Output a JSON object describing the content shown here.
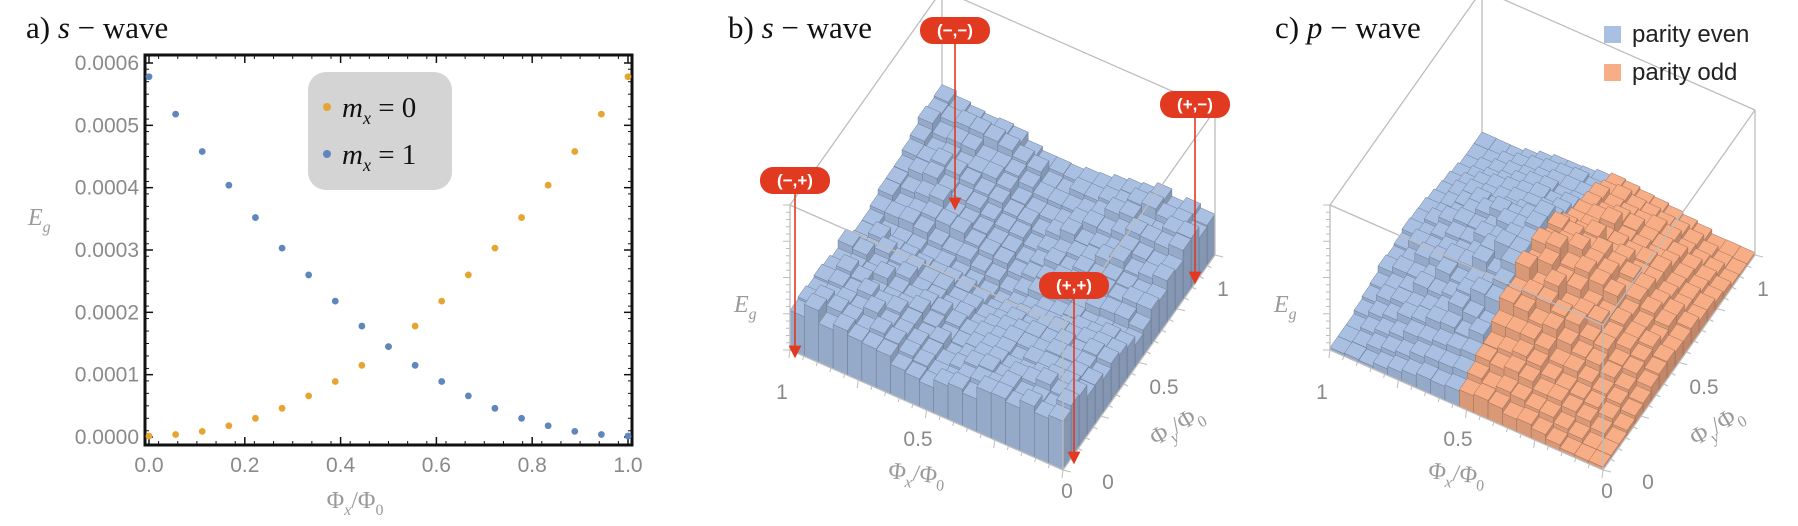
{
  "colors": {
    "m0": "#e5a530",
    "m1": "#5f86bd",
    "even": "#a9c0e3",
    "odd": "#f7ad86",
    "tag": "#e13a21",
    "axis": "#bdbdbd"
  },
  "panel_a": {
    "title_letter": "a)",
    "title_var": "s",
    "title_rest": "− wave",
    "ylabel": "E",
    "ylabel_sub": "g",
    "xlabel": "Φx/Φ0",
    "legend": [
      {
        "label_var": "m",
        "label_sub": "x",
        "label_val": " = 0"
      },
      {
        "label_var": "m",
        "label_sub": "x",
        "label_val": " = 1"
      }
    ]
  },
  "panel_b": {
    "title_letter": "b)",
    "title_var": "s",
    "title_rest": "− wave",
    "zlabel": "E",
    "zlabel_sub": "g",
    "tags": [
      "(−,−)",
      "(+,−)",
      "(−,+)",
      "(+,+)"
    ],
    "x_ticks": [
      "1",
      "0.5",
      "0"
    ],
    "y_ticks": [
      "0",
      "0.5",
      "1"
    ],
    "xlabel": "Φx/Φ0",
    "ylabel": "Φy/Φ0"
  },
  "panel_c": {
    "title_letter": "c)",
    "title_var": "p",
    "title_rest": "− wave",
    "zlabel": "E",
    "zlabel_sub": "g",
    "x_ticks": [
      "1",
      "0.5",
      "0"
    ],
    "y_ticks": [
      "0",
      "0.5",
      "1"
    ],
    "xlabel": "Φx/Φ0",
    "ylabel": "Φy/Φ0",
    "legend": [
      "parity even",
      "parity odd"
    ]
  },
  "chart_data": [
    {
      "type": "scatter",
      "panel": "a",
      "xlabel": "Φx/Φ0",
      "ylabel": "Eg",
      "xlim": [
        0,
        1
      ],
      "ylim": [
        0,
        0.0006
      ],
      "x_ticks": [
        "0.0",
        "0.2",
        "0.4",
        "0.6",
        "0.8",
        "1.0"
      ],
      "y_ticks": [
        "0.0000",
        "0.0001",
        "0.0002",
        "0.0003",
        "0.0004",
        "0.0005",
        "0.0006"
      ],
      "legend_position": "top-center",
      "series": [
        {
          "name": "mx = 0",
          "x": [
            0,
            0.0556,
            0.1111,
            0.1667,
            0.2222,
            0.2778,
            0.3333,
            0.3889,
            0.4444,
            0.5,
            0.5556,
            0.6111,
            0.6667,
            0.7222,
            0.7778,
            0.8333,
            0.8889,
            0.9444,
            1.0
          ],
          "y": [
            1.5e-06,
            4e-06,
            9e-06,
            1.8e-05,
            3e-05,
            4.6e-05,
            6.6e-05,
            8.9e-05,
            0.000115,
            0.000145,
            0.000178,
            0.000218,
            0.00026,
            0.000303,
            0.000352,
            0.000404,
            0.000458,
            0.000518,
            0.000578
          ]
        },
        {
          "name": "mx = 1",
          "x": [
            0,
            0.0556,
            0.1111,
            0.1667,
            0.2222,
            0.2778,
            0.3333,
            0.3889,
            0.4444,
            0.5,
            0.5556,
            0.6111,
            0.6667,
            0.7222,
            0.7778,
            0.8333,
            0.8889,
            0.9444,
            1.0
          ],
          "y": [
            0.000578,
            0.000518,
            0.000458,
            0.000404,
            0.000352,
            0.000303,
            0.00026,
            0.000218,
            0.000178,
            0.000145,
            0.000115,
            8.9e-05,
            6.6e-05,
            4.6e-05,
            3e-05,
            1.8e-05,
            9e-06,
            4e-06,
            1.5e-06
          ]
        }
      ]
    },
    {
      "type": "heatmap",
      "panel": "b",
      "title": "s − wave",
      "xlabel": "Φx/Φ0",
      "ylabel": "Φy/Φ0",
      "zlabel": "Eg",
      "grid_size": 19,
      "parity_rule": "all even",
      "corner_labels": [
        "(−,−)",
        "(+,−)",
        "(−,+)",
        "(+,+)"
      ]
    },
    {
      "type": "heatmap",
      "panel": "c",
      "title": "p − wave",
      "xlabel": "Φx/Φ0",
      "ylabel": "Φy/Φ0",
      "zlabel": "Eg",
      "grid_size": 19,
      "parity_rule": "odd where Φx/Φ0 < 0.5, even elsewhere",
      "legend": [
        "parity even",
        "parity odd"
      ]
    }
  ]
}
